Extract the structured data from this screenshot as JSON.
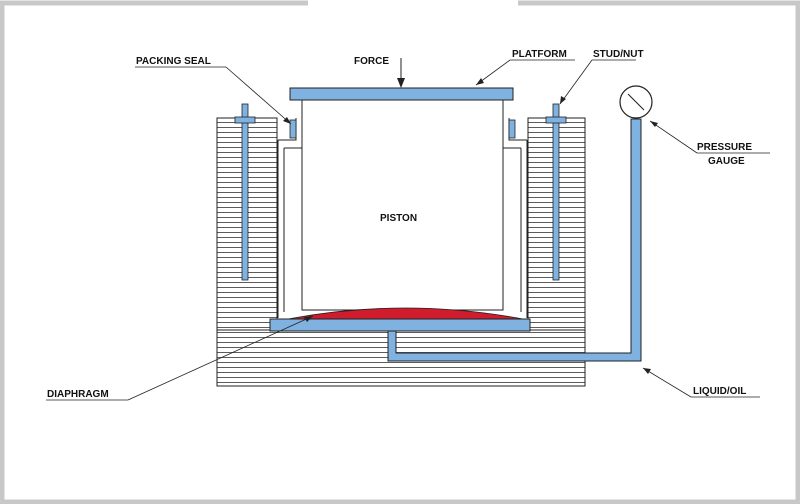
{
  "labels": {
    "force": "FORCE",
    "platform": "PLATFORM",
    "stud_nut": "STUD/NUT",
    "packing_seal": "PACKING SEAL",
    "pressure_line1": "PRESSURE",
    "pressure_line2": "GAUGE",
    "piston": "PISTON",
    "diaphragm": "DIAPHRAGM",
    "liquid_oil": "LIQUID/OIL"
  },
  "colors": {
    "frame": "#c8c8c8",
    "metal_blue": "#7fb2e0",
    "outline": "#222222",
    "diaphragm_red": "#d01c2c",
    "hatch": "#333333"
  },
  "icons": {
    "gauge": "pressure-gauge-icon",
    "arrow": "force-arrow-icon"
  }
}
